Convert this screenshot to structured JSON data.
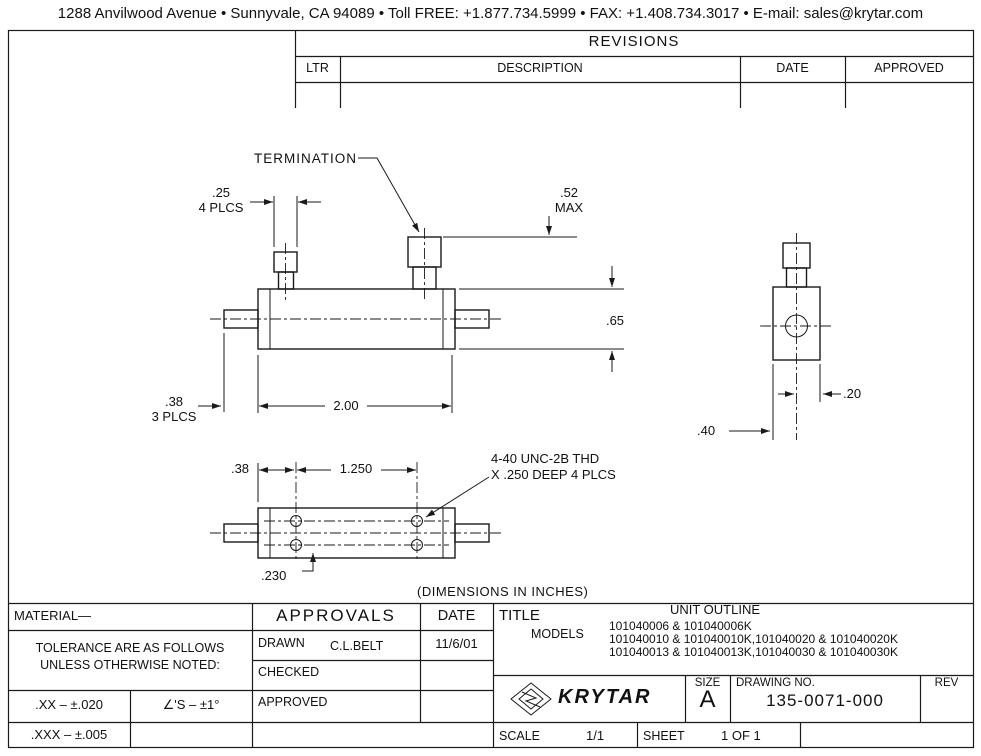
{
  "header": {
    "address_line": "1288 Anvilwood Avenue • Sunnyvale, CA 94089 • Toll FREE: +1.877.734.5999 • FAX: +1.408.734.3017 • E-mail: sales@krytar.com"
  },
  "revisions_table": {
    "title": "REVISIONS",
    "col_ltr": "LTR",
    "col_description": "DESCRIPTION",
    "col_date": "DATE",
    "col_approved": "APPROVED"
  },
  "drawing": {
    "termination_label": "TERMINATION",
    "dim_connector_width": ".25",
    "dim_connector_width_note": "4 PLCS",
    "dim_termination_height": ".52",
    "dim_termination_height_note": "MAX",
    "dim_body_height": ".65",
    "dim_stub_dia": ".38",
    "dim_stub_dia_note": "3 PLCS",
    "dim_body_length": "2.00",
    "dim_end_offset": ".20",
    "dim_end_width": ".40",
    "dim_hole_edge": ".38",
    "dim_hole_spacing": "1.250",
    "thread_note_line1": "4-40 UNC-2B THD",
    "thread_note_line2": "X .250 DEEP 4 PLCS",
    "dim_hole_row": ".230",
    "units_note": "(DIMENSIONS IN INCHES)"
  },
  "title_block": {
    "material_label": "MATERIAL—",
    "tolerance_line1": "TOLERANCE ARE AS FOLLOWS",
    "tolerance_line2": "UNLESS OTHERWISE NOTED:",
    "tol_xx": ".XX – ±.020",
    "tol_angle": "∠'S – ±1°",
    "tol_xxx": ".XXX – ±.005",
    "approvals_label": "APPROVALS",
    "date_label": "DATE",
    "drawn_label": "DRAWN",
    "drawn_name": "C.L.BELT",
    "drawn_date": "11/6/01",
    "checked_label": "CHECKED",
    "approved_label": "APPROVED",
    "title_label": "TITLE",
    "title_value": "UNIT OUTLINE",
    "models_label": "MODELS",
    "models_line1": "101040006 & 101040006K",
    "models_line2": "101040010 & 101040010K,101040020 & 101040020K",
    "models_line3": "101040013 & 101040013K,101040030 & 101040030K",
    "brand": "KRYTAR",
    "size_label": "SIZE",
    "size_value": "A",
    "drawing_no_label": "DRAWING NO.",
    "drawing_no_value": "135-0071-000",
    "rev_label": "REV",
    "scale_label": "SCALE",
    "scale_value": "1/1",
    "sheet_label": "SHEET",
    "sheet_value": "1 OF 1"
  }
}
